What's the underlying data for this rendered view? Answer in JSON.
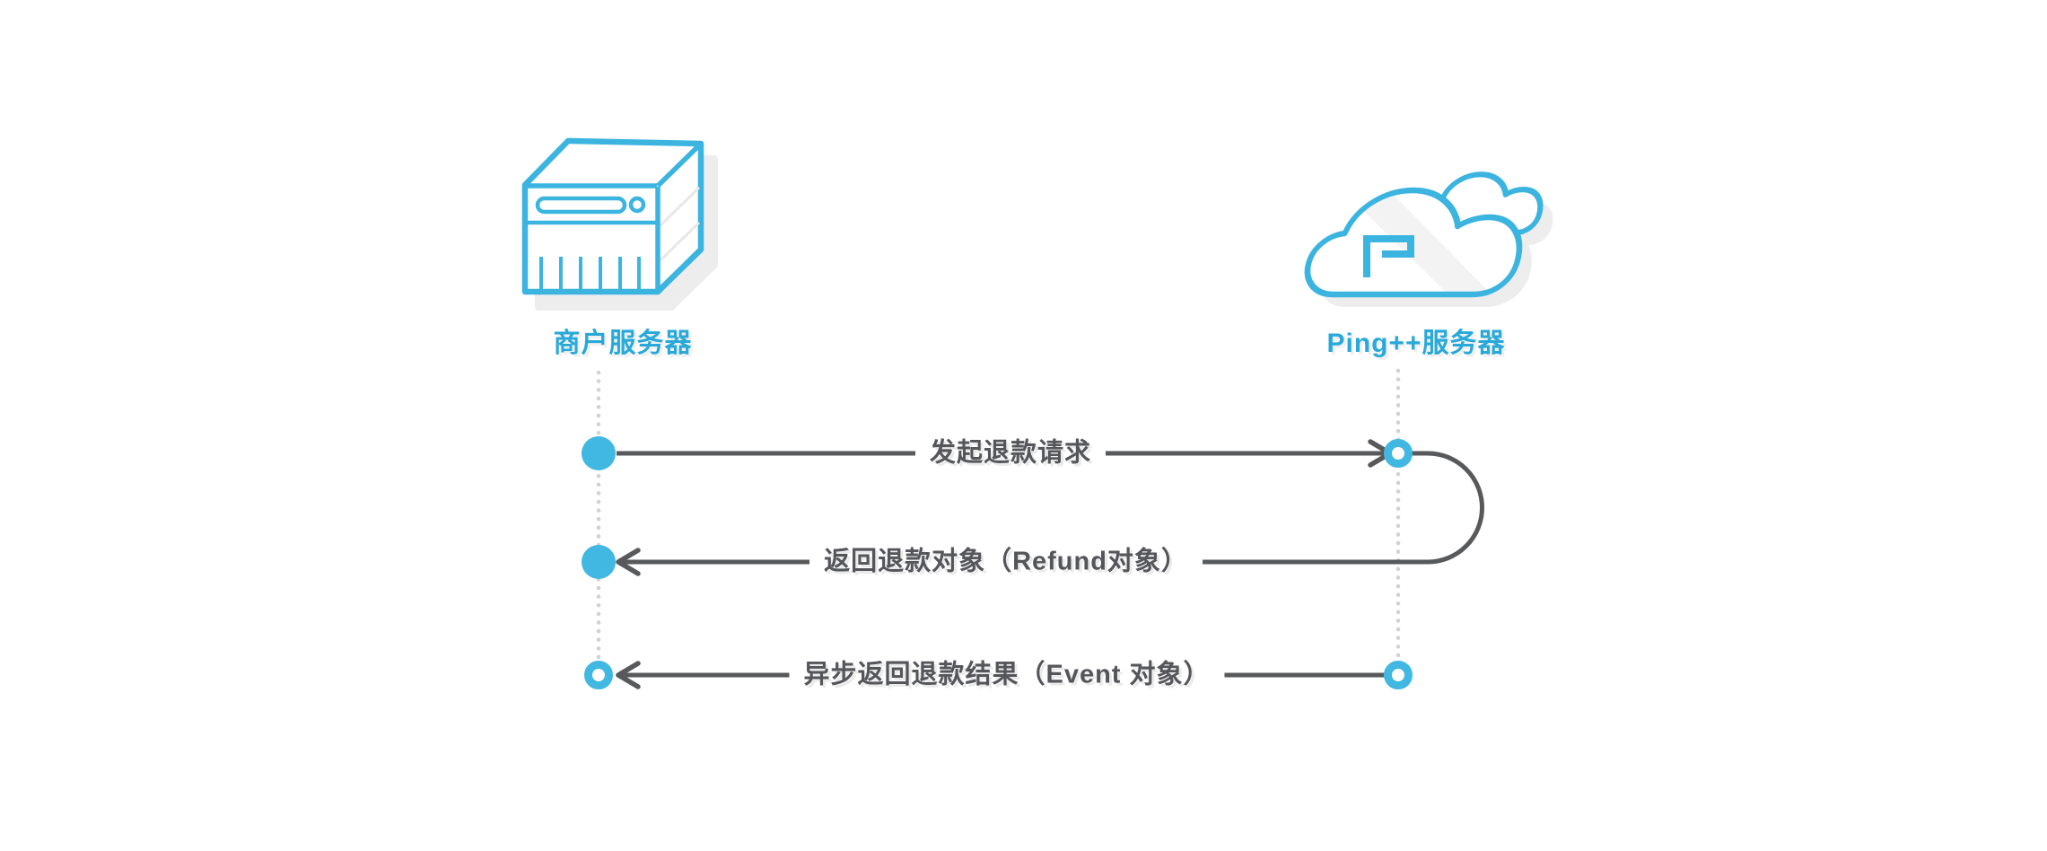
{
  "diagram": {
    "actors": [
      {
        "label": "商户服务器",
        "icon": "server-icon"
      },
      {
        "label": "Ping++服务器",
        "icon": "cloud-icon"
      }
    ],
    "messages": [
      {
        "label": "发起退款请求",
        "from": "商户服务器",
        "to": "Ping++服务器",
        "direction": "right",
        "start_marker": "filled-dot",
        "end_marker": "ring"
      },
      {
        "label": "返回退款对象（Refund对象）",
        "from": "Ping++服务器",
        "to": "商户服务器",
        "direction": "left",
        "start_marker": "curve-from-previous",
        "end_marker": "filled-dot"
      },
      {
        "label": "异步返回退款结果（Event 对象）",
        "from": "Ping++服务器",
        "to": "商户服务器",
        "direction": "left",
        "start_marker": "ring",
        "end_marker": "ring"
      }
    ],
    "colors": {
      "accent_blue": "#41b8e1",
      "icon_stroke_blue": "#3bb4e0",
      "label_blue": "#29a9d9",
      "line_gray": "#58595b",
      "lifeline_gray": "#d2d2d2",
      "shadow_gray": "#ededed",
      "background": "#ffffff"
    }
  }
}
